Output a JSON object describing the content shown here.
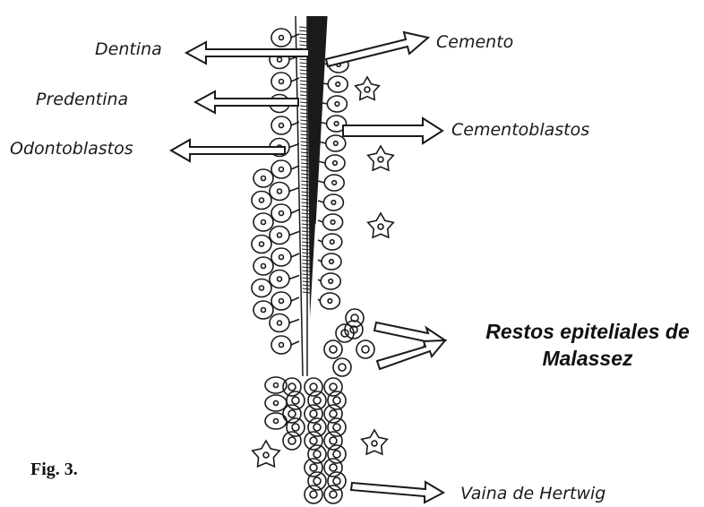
{
  "labels": {
    "dentina": "Dentina",
    "predentina": "Predentina",
    "odontoblastos": "Odontoblastos",
    "cemento": "Cemento",
    "cementoblastos": "Cementoblastos",
    "restos_line1": "Restos epiteliales de",
    "restos_line2": "Malassez",
    "vaina": "Vaina de Hertwig"
  },
  "figure_label": "Fig. 3.",
  "colors": {
    "ink": "#1a1a1a",
    "background": "#ffffff"
  }
}
